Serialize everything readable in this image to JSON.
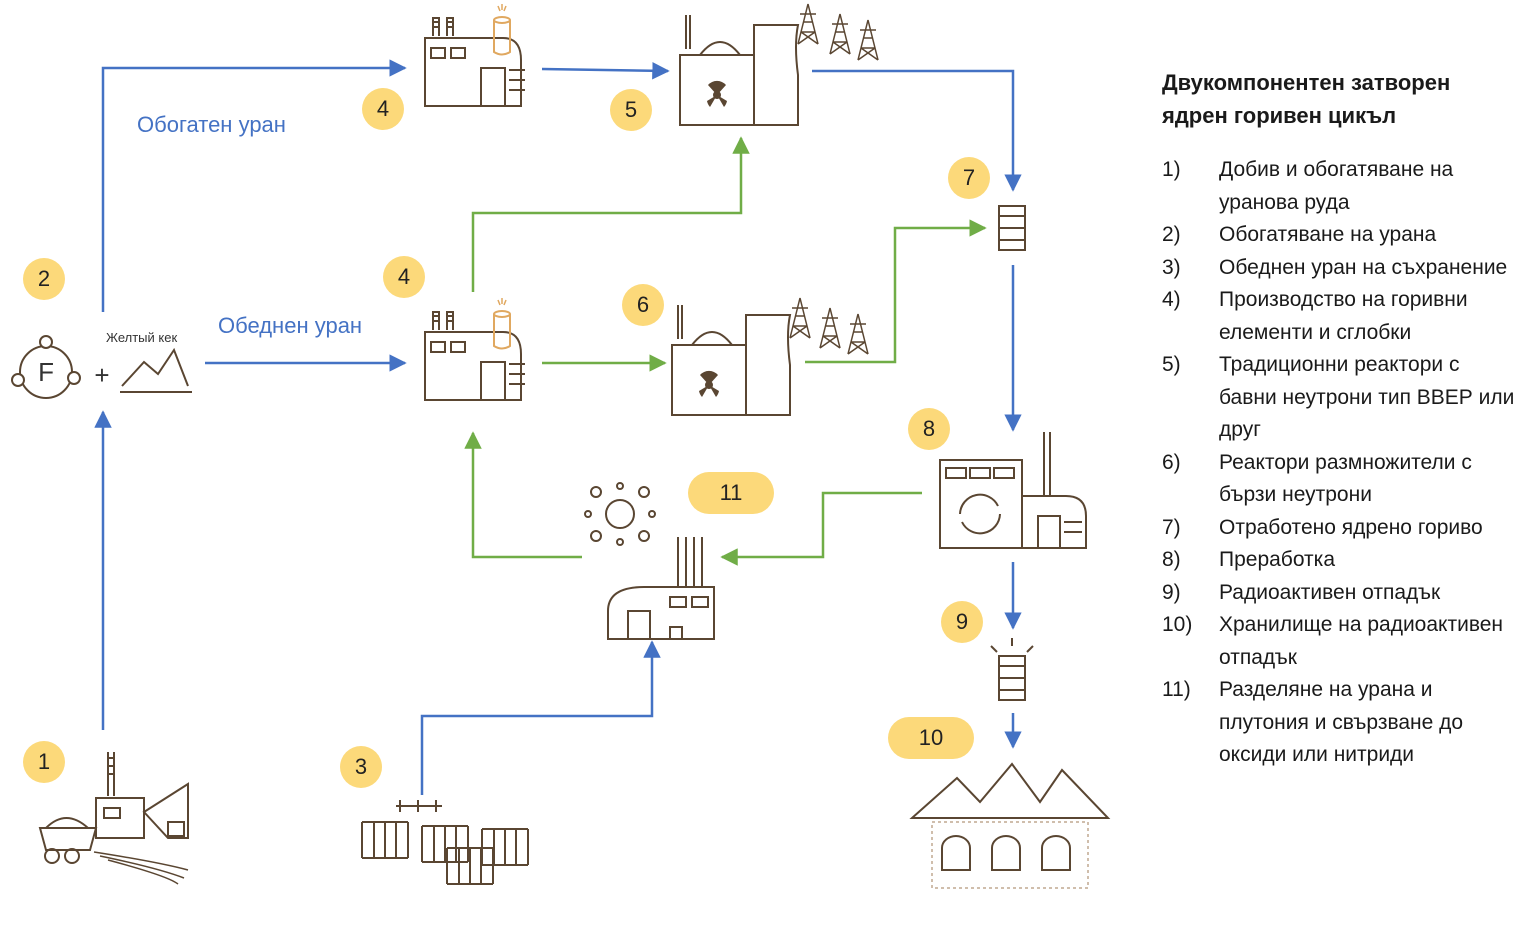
{
  "diagram": {
    "flow_labels": {
      "enriched": "Обогатен уран",
      "depleted": "Обеднен уран",
      "yellowcake": "Желтый кек"
    },
    "badges": {
      "b1": "1",
      "b2": "2",
      "b3": "3",
      "b4a": "4",
      "b4b": "4",
      "b5": "5",
      "b6": "6",
      "b7": "7",
      "b8": "8",
      "b9": "9",
      "b10": "10",
      "b11": "11"
    },
    "fluorine_symbol": "F",
    "plus_sign": "+",
    "colors": {
      "blue_arrow": "#4472c4",
      "green_arrow": "#70ad47",
      "badge": "#fcd97a",
      "icon": "#5a4632"
    }
  },
  "legend": {
    "title": "Двукомпонентен затворен ядрен горивен цикъл",
    "items": [
      {
        "num": "1)",
        "text": "Добив и обогатяване на уранова руда"
      },
      {
        "num": "2)",
        "text": "Обогатяване на урана"
      },
      {
        "num": "3)",
        "text": "Обеднен уран на съхранение"
      },
      {
        "num": "4)",
        "text": "Производство на горивни елементи и сглобки"
      },
      {
        "num": "5)",
        "text": "Традиционни реактори с бавни неутрони тип ВВЕР или друг"
      },
      {
        "num": "6)",
        "text": "Реактори размножители с бързи неутрони"
      },
      {
        "num": "7)",
        "text": "Отработено ядрено гориво"
      },
      {
        "num": "8)",
        "text": "Преработка"
      },
      {
        "num": "9)",
        "text": "Радиоактивен отпадък"
      },
      {
        "num": "10)",
        "text": "Хранилище на радиоактивен отпадък"
      },
      {
        "num": "11)",
        "text": "Разделяне на урана и плутония и свързване до оксиди или нитриди"
      }
    ]
  }
}
